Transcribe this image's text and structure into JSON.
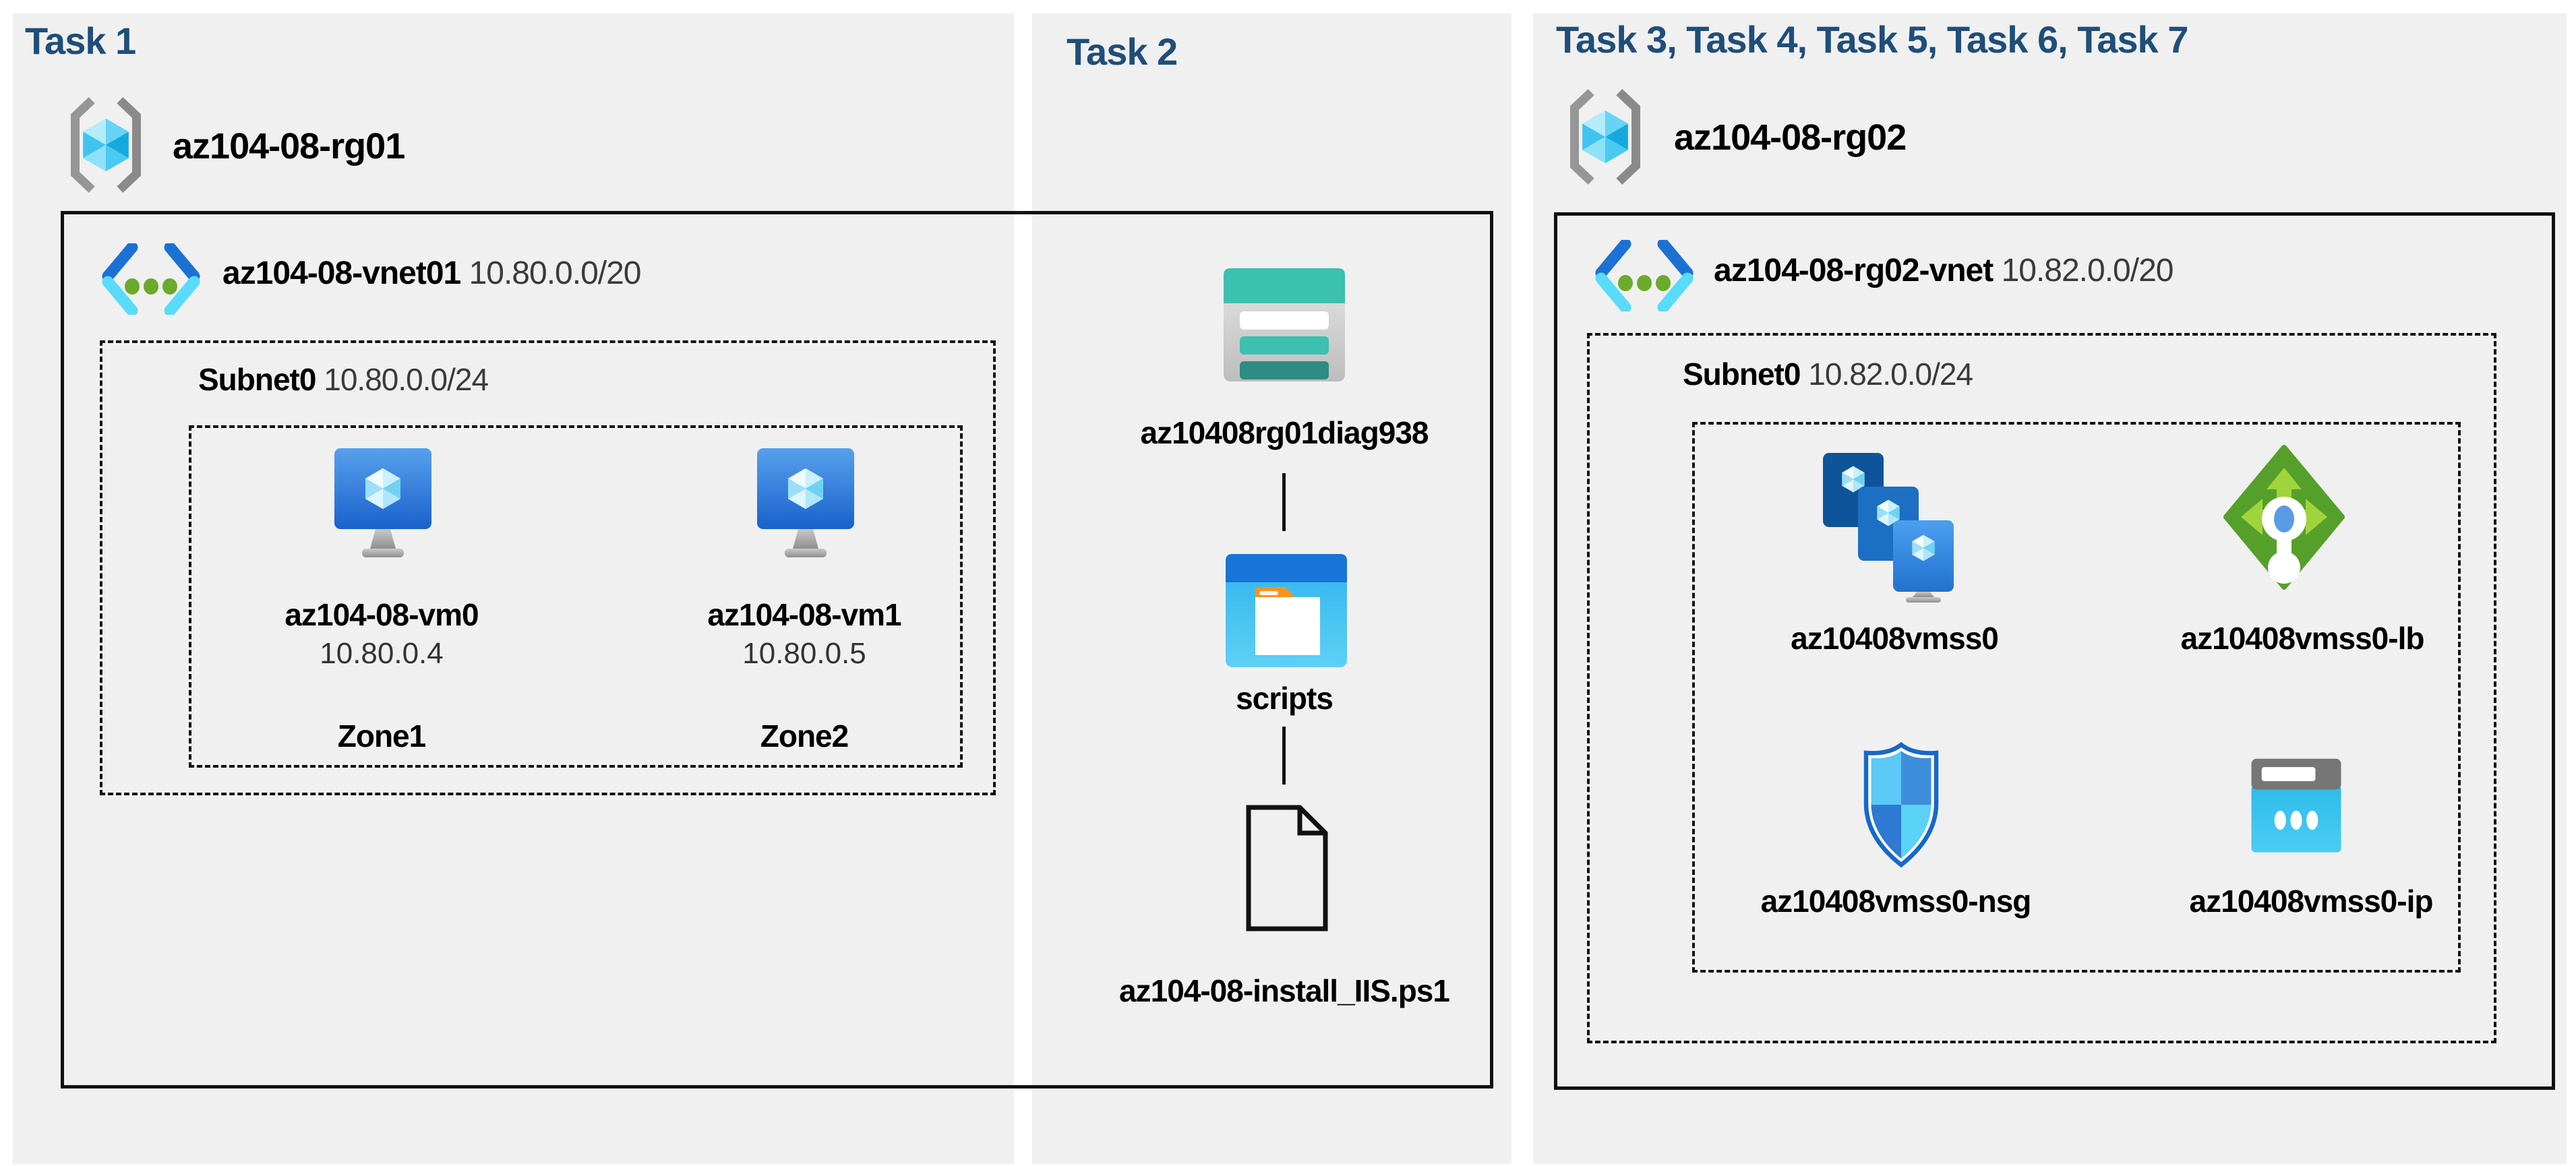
{
  "headers": {
    "task1": "Task 1",
    "task2": "Task 2",
    "task3": "Task 3, Task 4, Task 5, Task 6, Task 7"
  },
  "rg01": {
    "name": "az104-08-rg01"
  },
  "rg02": {
    "name": "az104-08-rg02"
  },
  "vnet1": {
    "name": "az104-08-vnet01",
    "cidr": "10.80.0.0/20"
  },
  "subnet1": {
    "name": "Subnet0",
    "cidr": "10.80.0.0/24"
  },
  "vm0": {
    "name": "az104-08-vm0",
    "ip": "10.80.0.4",
    "zone": "Zone1"
  },
  "vm1": {
    "name": "az104-08-vm1",
    "ip": "10.80.0.5",
    "zone": "Zone2"
  },
  "storage": {
    "name": "az10408rg01diag938"
  },
  "scripts_folder": {
    "name": "scripts"
  },
  "script_file": {
    "name": "az104-08-install_IIS.ps1"
  },
  "vnet2": {
    "name": "az104-08-rg02-vnet",
    "cidr": "10.82.0.0/20"
  },
  "subnet2": {
    "name": "Subnet0",
    "cidr": "10.82.0.0/24"
  },
  "vmss": {
    "name": "az10408vmss0"
  },
  "load_balancer": {
    "name": "az10408vmss0-lb"
  },
  "nsg": {
    "name": "az10408vmss0-nsg"
  },
  "public_ip": {
    "name": "az10408vmss0-ip"
  },
  "colors": {
    "panel_background": "#F0F0F0",
    "task_header": "#1F4E79",
    "box_border": "#111111",
    "label_text": "#000000",
    "secondary_text": "#3A3A3A",
    "storage_teal": "#3CC0B0",
    "storage_teal_dark": "#2C8C82",
    "azure_blue": "#1B72D4",
    "azure_cyan": "#59DBFA",
    "vnet_dot_green": "#6BAA2C",
    "lb_green": "#55A02A",
    "lb_arrow_green": "#9FD43C",
    "vm_monitor_blue": "#1B66CE",
    "nsg_outline_blue": "#1668C8",
    "public_ip_cyan": "#35C4EF",
    "bracket_gray": "#969696"
  }
}
